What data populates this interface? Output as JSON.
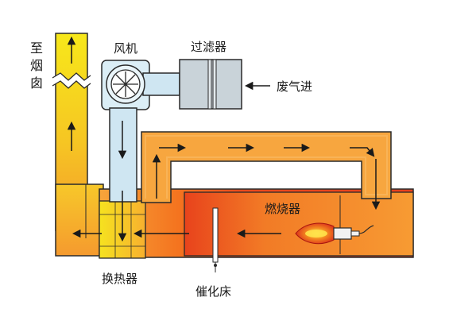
{
  "diagram": {
    "title": "",
    "labels": {
      "chimney": [
        "至",
        "烟",
        "囱"
      ],
      "fan": "风机",
      "filter": "过滤器",
      "exhaust_in": "废气进",
      "burner": "燃烧器",
      "heat_exchanger": "换热器",
      "catalyst_bed": "催化床"
    },
    "colors": {
      "outline": "#2a2a2a",
      "hot_red": "#e8421c",
      "warm_orange": "#f7a13a",
      "yellow": "#f5e01e",
      "cool_blue": "#cfe6f2",
      "filter_gray": "#c9d3d9",
      "arrow": "#1a1a1a"
    },
    "icons": [
      "fan-icon",
      "flame-icon",
      "burner-nozzle-icon",
      "filter-icon",
      "break-mark-icon"
    ]
  }
}
